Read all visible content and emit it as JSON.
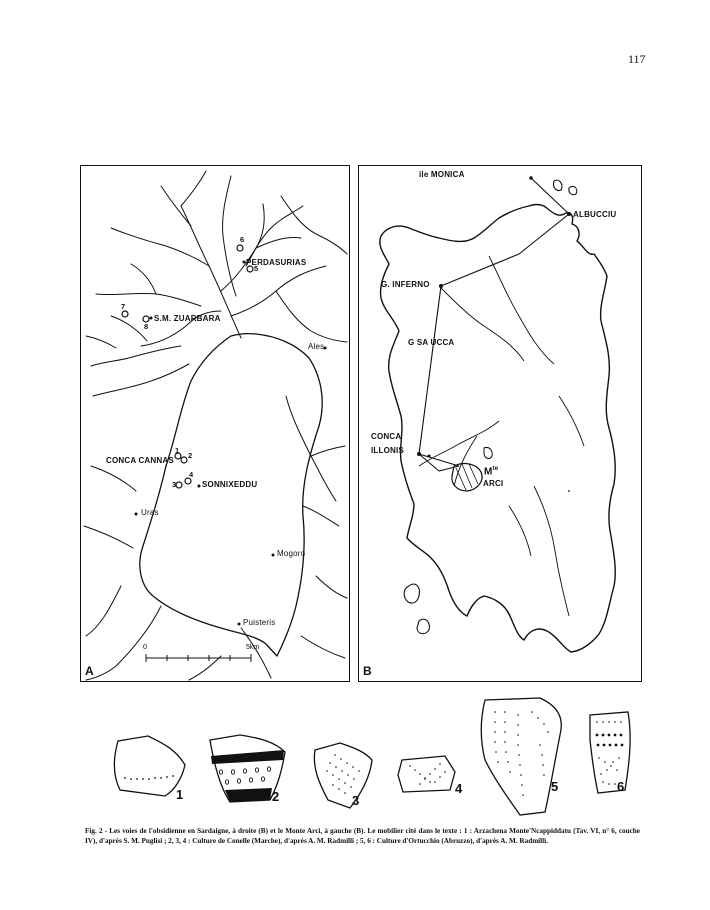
{
  "page_number": "117",
  "panel_a": {
    "letter": "A",
    "labels": {
      "perdasurias": "PERDASURIAS",
      "sm_zuarbara": "S.M. ZUARBARA",
      "ales": "Ales",
      "conca_cannas": "CONCA CANNAS",
      "sonnixeddu": "SONNIXEDDU",
      "uras": "Uras",
      "mogoro": "Mogoro",
      "puisteris": "Puisteris"
    },
    "sites": [
      "1",
      "2",
      "3",
      "4",
      "5",
      "6",
      "7",
      "8"
    ],
    "scale": {
      "start": "0",
      "end": "5km"
    }
  },
  "panel_b": {
    "letter": "B",
    "labels": {
      "ile_monica": "ile MONICA",
      "albucciu": "ALBUCCIU",
      "g_inferno": "G. INFERNO",
      "g_saucca": "G SA UCCA",
      "conca": "CONCA",
      "illonis": "ILLONIS",
      "m_te": "M",
      "te_sup": "te",
      "arci": "ARCI"
    }
  },
  "sherds": [
    "1",
    "2",
    "3",
    "4",
    "5",
    "6"
  ],
  "caption": "Fig. 2 - Les voies de l'obsidienne en Sardaigne, à droite (B) et le Monte Arci, à gauche (B). Le mobilier cité dans le texte : 1 : Arzachena Monte'Ncappiddatu (Tav. VI, n° 6, couche IV), d'après S. M. Puglisi ; 2, 3, 4 : Culture de Conelle (Marche), d'après A. M. Radmilli ; 5, 6 : Culture d'Ortucchio (Abruzzo), d'après A. M. Radmilli."
}
